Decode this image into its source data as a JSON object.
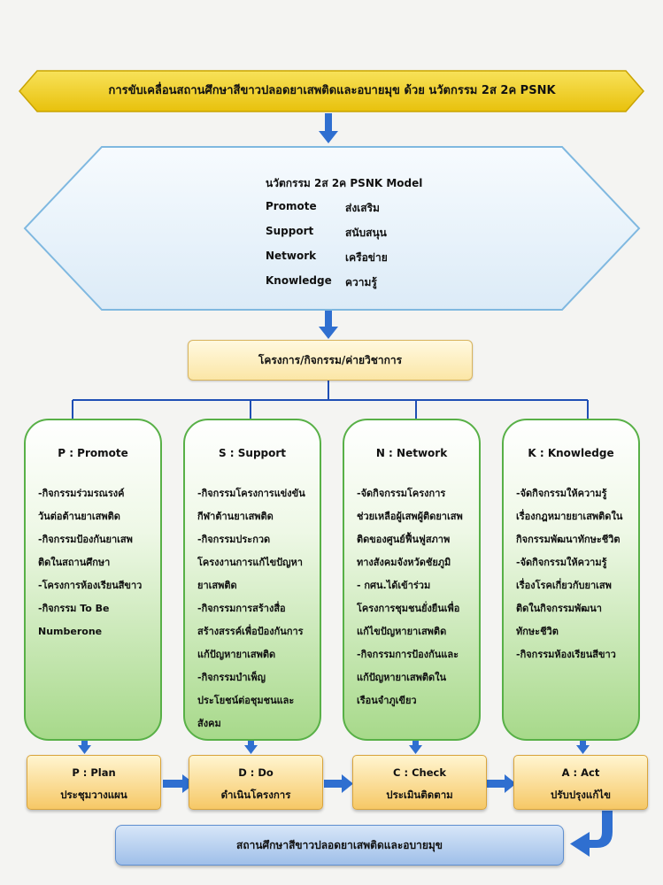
{
  "title_banner": "การขับเคลื่อนสถานศึกษาสีขาวปลอดยาเสพติดและอบายมุข ด้วย นวัตกรรม 2ส 2ค PSNK",
  "model": {
    "title": "นวัตกรรม 2ส 2ค PSNK Model",
    "rows": [
      {
        "en": "Promote",
        "th": "ส่งเสริม"
      },
      {
        "en": "Support",
        "th": "สนับสนุน"
      },
      {
        "en": "Network",
        "th": "เครือข่าย"
      },
      {
        "en": "Knowledge",
        "th": "ความรู้"
      }
    ]
  },
  "projects_label": "โครงการ/กิจกรรม/ค่ายวิชาการ",
  "pillars": [
    {
      "title": "P : Promote",
      "items": [
        "-กิจกรรมร่วมรณรงค์\nวันต่อต้านยาเสพติด",
        "-กิจกรรมป้องกันยาเสพ\nติดในสถานศึกษา",
        "-โครงการห้องเรียนสีขาว",
        "-กิจกรรม To Be\nNumberone"
      ]
    },
    {
      "title": "S : Support",
      "items": [
        "-กิจกรรมโครงการแข่งขัน\nกีฬาต้านยาเสพติด",
        "-กิจกรรมประกวด\nโครงงานการแก้ไขปัญหา\nยาเสพติด",
        "-กิจกรรมการสร้างสื่อ\nสร้างสรรค์เพื่อป้องกันการ\nแก้ปัญหายาเสพติด",
        "-กิจกรรมบำเพ็ญ\nประโยชน์ต่อชุมชนและ\nสังคม"
      ]
    },
    {
      "title": "N : Network",
      "items": [
        "-จัดกิจกรรมโครงการ\nช่วยเหลือผู้เสพผู้ติดยาเสพ\nติดของศูนย์ฟื้นฟูสภาพ\nทางสังคมจังหวัดชัยภูมิ",
        "-  กศน.ได้เข้าร่วม\nโครงการชุมชนยั่งยืนเพื่อ\nแก้ไขปัญหายาเสพติด",
        "-กิจกรรมการป้องกันและ\nแก้ปัญหายาเสพติดใน\nเรือนจำภูเขียว"
      ]
    },
    {
      "title": "K : Knowledge",
      "items": [
        "-จัดกิจกรรมให้ความรู้\nเรื่องกฎหมายยาเสพติดใน\nกิจกรรมพัฒนาทักษะชีวิต",
        "-จัดกิจกรรมให้ความรู้\nเรื่องโรคเกี่ยวกับยาเสพ\nติดในกิจกรรมพัฒนา\nทักษะชีวิต",
        "-กิจกรรมห้องเรียนสีขาว"
      ]
    }
  ],
  "pdca": [
    {
      "head": "P : Plan",
      "sub": "ประชุมวางแผน"
    },
    {
      "head": "D : Do",
      "sub": "ดำเนินโครงการ"
    },
    {
      "head": "C : Check",
      "sub": "ประเมินติดตาม"
    },
    {
      "head": "A : Act",
      "sub": "ปรับปรุงแก้ไข"
    }
  ],
  "final_result": "สถานศึกษาสีขาวปลอดยาเสพติดและอบายมุข",
  "colors": {
    "banner": "#f3d21a",
    "hexagon": "#e6f1fa",
    "pillar_border": "#58b047",
    "arrow": "#2f6fd0",
    "connector": "#1f4fb5"
  }
}
